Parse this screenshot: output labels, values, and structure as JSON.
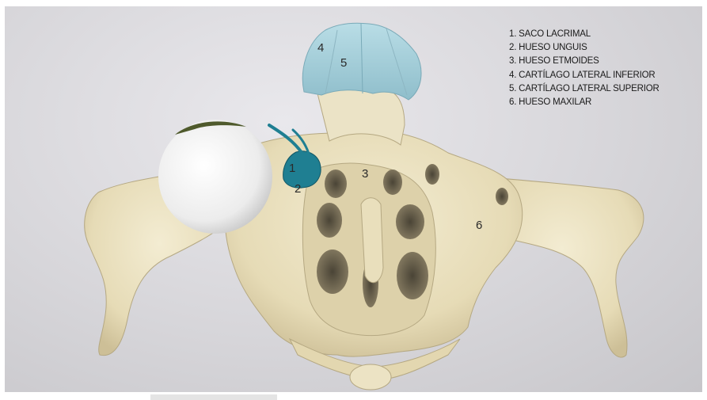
{
  "diagram": {
    "labels": [
      {
        "id": "1",
        "text": "1"
      },
      {
        "id": "2",
        "text": "2"
      },
      {
        "id": "3",
        "text": "3"
      },
      {
        "id": "4",
        "text": "4"
      },
      {
        "id": "5",
        "text": "5"
      },
      {
        "id": "6",
        "text": "6"
      }
    ],
    "legend": [
      "1. SACO LACRIMAL",
      "2. HUESO UNGUIS",
      "3. HUESO ETMOIDES",
      "4. CARTÍLAGO LATERAL INFERIOR",
      "5. CARTÍLAGO LATERAL SUPERIOR",
      "6. HUESO MAXILAR"
    ],
    "colors": {
      "background": "#d9d8dc",
      "bone": "#ece3c4",
      "bone_shadow": "#b9ad88",
      "cartilage": "#a9d0da",
      "lacrimal_sac": "#1f7f92",
      "eyeball": "#f4f4f4"
    }
  }
}
